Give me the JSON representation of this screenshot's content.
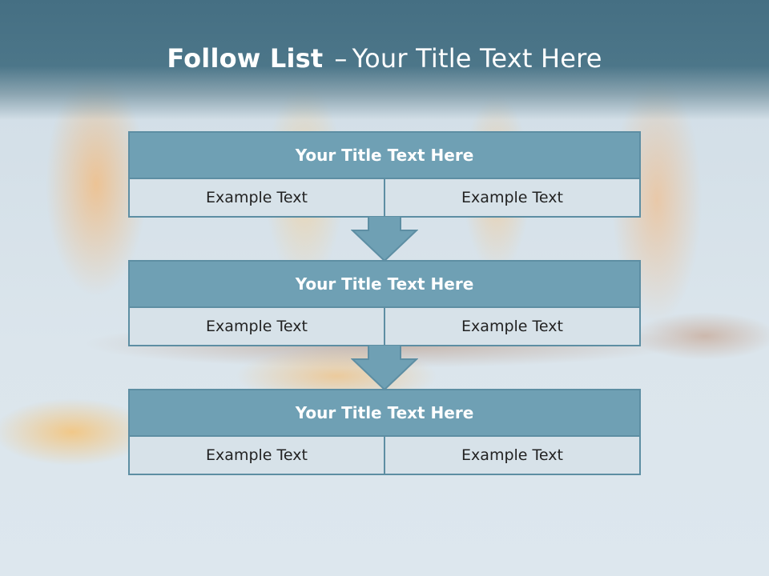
{
  "title": {
    "bold": "Follow List",
    "separator": "–",
    "rest": "Your Title Text Here"
  },
  "blocks": [
    {
      "title": "Your Title Text Here",
      "left": "Example Text",
      "right": "Example Text"
    },
    {
      "title": "Your Title Text Here",
      "left": "Example Text",
      "right": "Example Text"
    },
    {
      "title": "Your Title Text Here",
      "left": "Example Text",
      "right": "Example Text"
    }
  ],
  "colors": {
    "header": "#456f83",
    "box_title": "#6fa0b4",
    "box_border": "#5d8ea3",
    "cell_bg": "#d7e2e8"
  }
}
